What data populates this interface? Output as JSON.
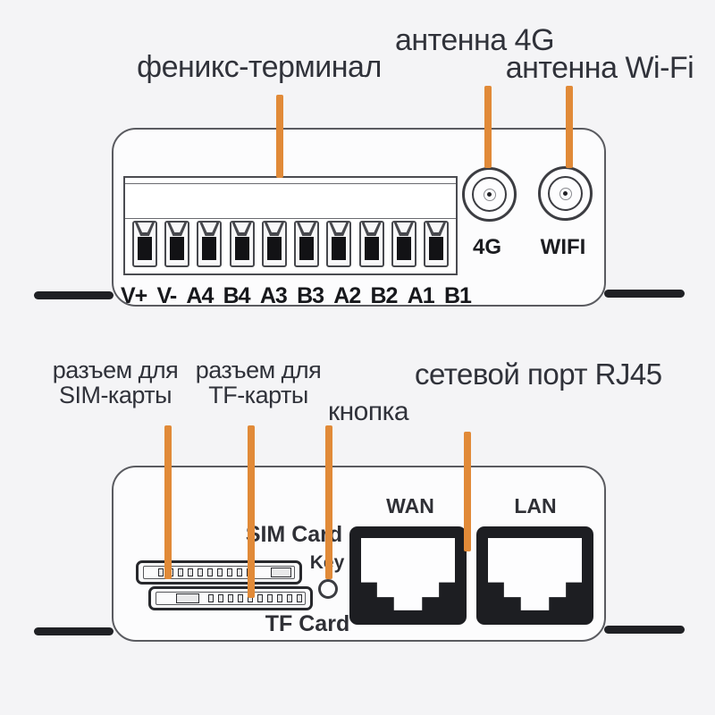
{
  "top_view": {
    "callout_terminal": "феникс-терминал",
    "callout_antenna_4g": "антенна 4G",
    "callout_antenna_wifi": "антенна Wi-Fi",
    "terminal_count": 10,
    "terminal_pin_labels": [
      "V+",
      "V-",
      "A4",
      "B4",
      "A3",
      "B3",
      "A2",
      "B2",
      "A1",
      "B1"
    ],
    "connector_labels": [
      "4G",
      "WIFI"
    ]
  },
  "bottom_view": {
    "callout_sim_line1": "разъем для",
    "callout_sim_line2": "SIM-карты",
    "callout_tf_line1": "разъем для",
    "callout_tf_line2": "TF-карты",
    "callout_button": "кнопка",
    "callout_rj45": "сетевой порт RJ45",
    "slot_sim_label": "SIM Card",
    "slot_tf_label": "TF Card",
    "button_label": "Key",
    "port_labels": [
      "WAN",
      "LAN"
    ],
    "sim_contact_count": 10,
    "tf_contact_count": 10
  },
  "colors": {
    "background": "#f4f4f6",
    "accent_orange": "#e18a38",
    "device_outline": "#5a5b60",
    "label_ink": "#30323a",
    "hardware_ink": "#1b1c20"
  }
}
